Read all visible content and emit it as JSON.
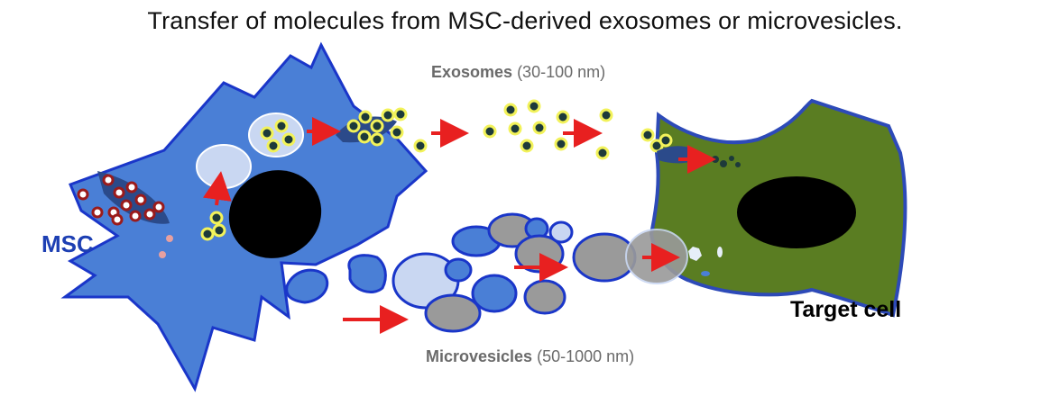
{
  "title": "Transfer of molecules from MSC-derived exosomes or microvesicles.",
  "exosomes": {
    "name": "Exosomes",
    "size": "(30-100 nm)"
  },
  "microvesicles": {
    "name": "Microvesicles",
    "size": "(50-1000 nm)"
  },
  "msc_label": "MSC",
  "target_label": "Target cell",
  "colors": {
    "msc_cell": "#4a7fd6",
    "outline": "#1a36c9",
    "target_cell": "#5a7d22",
    "nucleus": "#000000",
    "exosome_core": "#1d3a3a",
    "exosome_ring": "#f2f25a",
    "vesicle_fill": "#9a9a9a",
    "vesicle_light": "#c9d7f2",
    "arrow": "#e82020",
    "granule": "#9b1b1b"
  }
}
